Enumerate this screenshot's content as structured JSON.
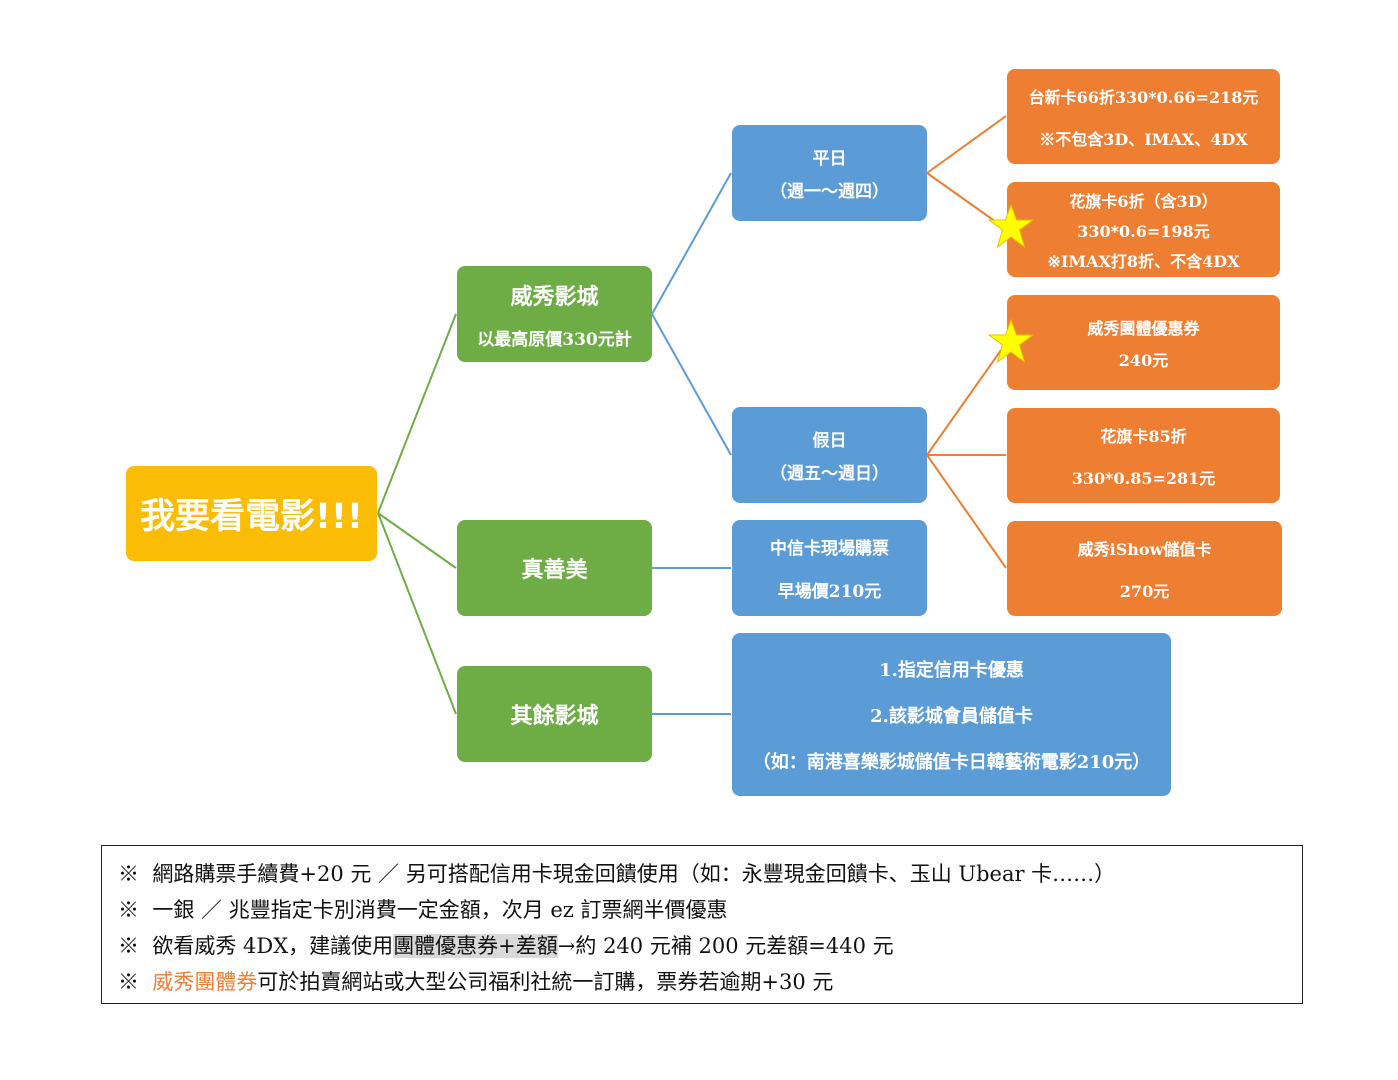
{
  "root": {
    "label": "我要看電影!!!"
  },
  "vieshow": {
    "title": "威秀影城",
    "subtitle": "以最高原價330元計"
  },
  "weekday": {
    "line1": "平日",
    "line2": "（週一～週四）"
  },
  "taishin": {
    "line1": "台新卡66折330*0.66=218元",
    "line2": "※不包含3D、IMAX、4DX"
  },
  "citi6": {
    "line1": "花旗卡6折（含3D）",
    "line2": "330*0.6=198元",
    "line3": "※IMAX打8折、不含4DX"
  },
  "weekend": {
    "line1": "假日",
    "line2": "（週五～週日）"
  },
  "group": {
    "line1": "威秀團體優惠券",
    "line2": "240元"
  },
  "citi85": {
    "line1": "花旗卡85折",
    "line2": "330*0.85=281元"
  },
  "ishow": {
    "line1": "威秀iShow儲值卡",
    "line2": "270元"
  },
  "zhenshanmei": {
    "title": "真善美"
  },
  "ctbc": {
    "line1": "中信卡現場購票",
    "line2": "早場價210元"
  },
  "others": {
    "title": "其餘影城"
  },
  "others_detail": {
    "line1": "1.指定信用卡優惠",
    "line2": "2.該影城會員儲值卡",
    "line3": "（如：南港喜樂影城儲值卡日韓藝術電影210元）"
  },
  "notes": {
    "mark": "※",
    "n1": "網路購票手續費+20 元 ／ 另可搭配信用卡現金回饋使用（如：永豐現金回饋卡、玉山 Ubear 卡……）",
    "n2": "一銀 ／ 兆豐指定卡別消費一定金額，次月 ez 訂票網半價優惠",
    "n3_pre": "欲看威秀 4DX，建議使用",
    "n3_hl": "團體優惠券+差額",
    "n3_post": "→約 240 元補 200 元差額=440 元",
    "n4_or": "威秀團體券",
    "n4_post": "可於拍賣網站或大型公司福利社統一訂購，票券若逾期+30 元"
  },
  "colors": {
    "yellow": "#fbbc05",
    "green": "#6eac46",
    "blue": "#5b9bd6",
    "orange": "#ee7e32",
    "star": "#ffff00"
  },
  "icons": {
    "star": "star-icon"
  }
}
